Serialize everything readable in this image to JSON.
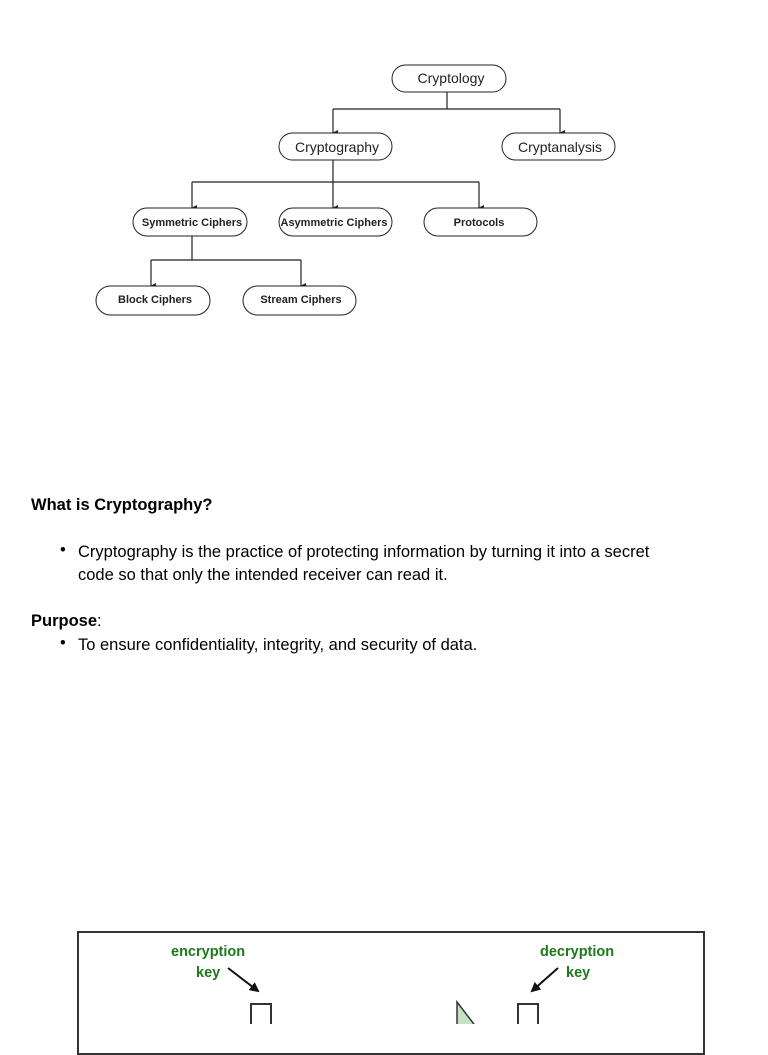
{
  "hierarchy": {
    "root": "Cryptology",
    "level1": [
      "Cryptography",
      "Cryptanalysis"
    ],
    "level2": [
      "Symmetric Ciphers",
      "Asymmetric Ciphers",
      "Protocols"
    ],
    "level3": [
      "Block Ciphers",
      "Stream Ciphers"
    ]
  },
  "section1": {
    "heading": "What is Cryptography?",
    "bullets": [
      "Cryptography is the practice of protecting information by turning it into a secret",
      "code so that only the intended receiver can read it."
    ]
  },
  "section2": {
    "heading": "Purpose",
    "colon": ":",
    "bullets": [
      "To ensure confidentiality, integrity, and security of data."
    ]
  },
  "cipher_diagram": {
    "enc_label_1": "encryption",
    "enc_label_2": "key",
    "dec_label_1": "decryption",
    "dec_label_2": "key",
    "label_color": "#1a7a1a"
  }
}
